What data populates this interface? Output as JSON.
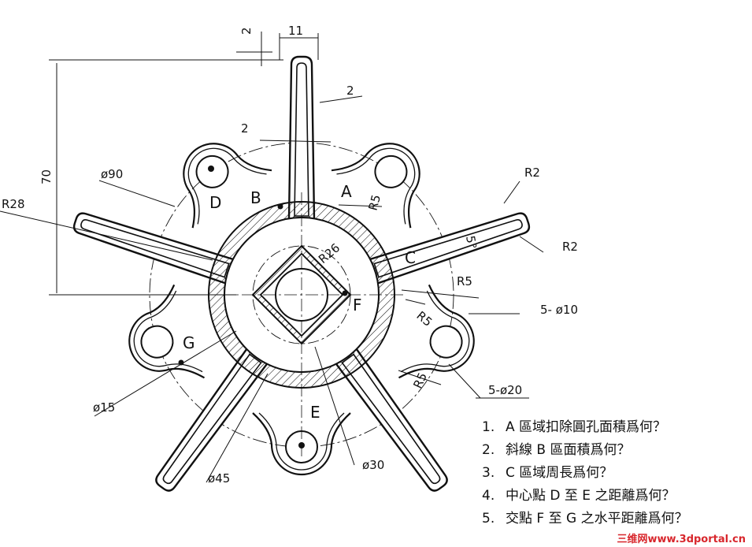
{
  "drawing": {
    "dimensions": {
      "gap_top": "2",
      "spoke_width": "11",
      "wall_upper": "2",
      "wall_mid": "2",
      "height": "70",
      "arc_diameter": "ø90",
      "r28": "R28",
      "r26": "R26",
      "r5_upper": "R5",
      "r2_top": "R2",
      "r2_right": "R2",
      "angle": "5°",
      "r5_right": "R5",
      "r5_right2": "R5",
      "holes_small": "5- ø10",
      "holes_large": "5-ø20",
      "r5_lower": "R5",
      "d15": "ø15",
      "d45": "ø45",
      "d30": "ø30"
    },
    "regions": {
      "A": "A",
      "B": "B",
      "C": "C",
      "D": "D",
      "E": "E",
      "F": "F",
      "G": "G"
    }
  },
  "questions": [
    {
      "num": "1.",
      "text": "A 區域扣除圓孔面積爲何？"
    },
    {
      "num": "2.",
      "text": "斜線 B 區面積爲何？"
    },
    {
      "num": "3.",
      "text": "C 區域周長爲何？"
    },
    {
      "num": "4.",
      "text": "中心點 D 至 E 之距離爲何？"
    },
    {
      "num": "5.",
      "text": "交點 F 至 G 之水平距離爲何？"
    }
  ],
  "watermark": "三维网www.3dportal.cn",
  "colors": {
    "line": "#111111",
    "watermark": "#d8262c"
  }
}
